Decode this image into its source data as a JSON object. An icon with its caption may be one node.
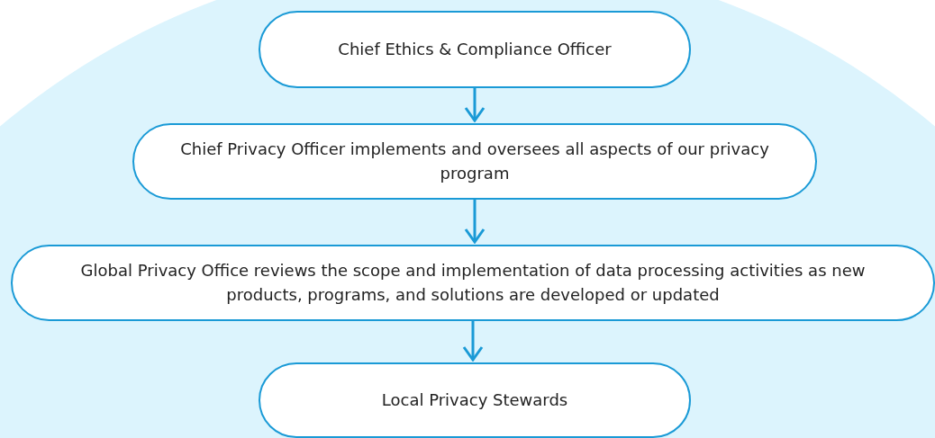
{
  "diagram": {
    "nodes": [
      {
        "text": [
          "Chief Ethics & Compliance Officer"
        ]
      },
      {
        "text": [
          "Chief Privacy Officer implements and oversees all aspects of our privacy program"
        ]
      },
      {
        "text": [
          "Global Privacy Office reviews the scope and implementation of data processing activities as new products, programs, and solutions are developed or updated"
        ]
      },
      {
        "text": [
          "Local Privacy Stewards"
        ]
      }
    ],
    "edges": [
      {
        "from": 0,
        "to": 1,
        "arrow": "to"
      },
      {
        "from": 1,
        "to": 2,
        "arrow": "to"
      },
      {
        "from": 2,
        "to": 3,
        "arrow": "to"
      }
    ]
  }
}
